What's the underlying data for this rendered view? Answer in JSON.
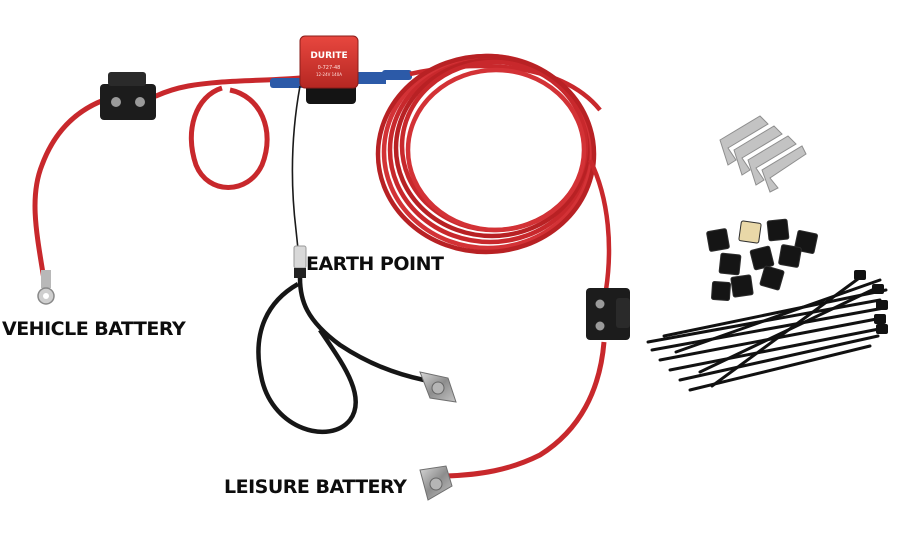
{
  "labels": {
    "vehicle_battery": "VEHICLE BATTERY",
    "earth_point": "EARTH POINT",
    "leisure_battery": "LEISURE BATTERY"
  },
  "relay": {
    "brand": "DURITE",
    "model": "0-727-48",
    "spec": "12-24V 140A"
  },
  "colors": {
    "red_cable": "#c8282c",
    "black_cable": "#161616",
    "blue_sleeve": "#2c5aa8",
    "background": "#ffffff"
  }
}
